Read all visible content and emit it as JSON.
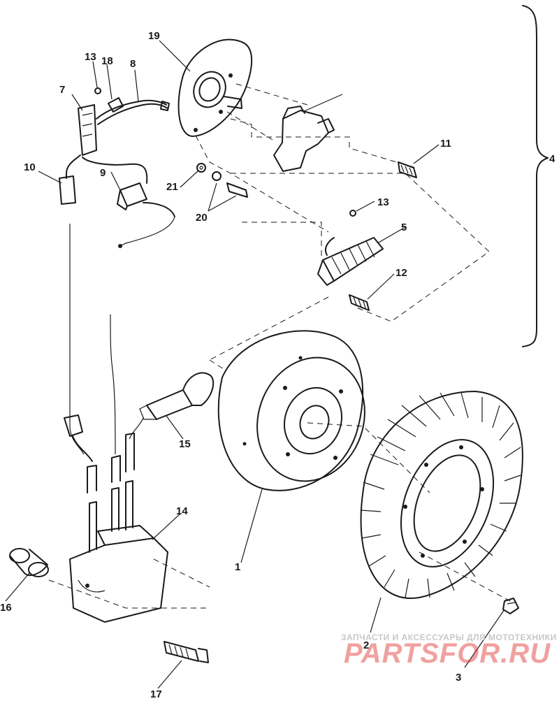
{
  "diagram": {
    "part_labels": {
      "p1": "1",
      "p2": "2",
      "p3": "3",
      "p4": "4",
      "p5": "5",
      "p7": "7",
      "p8": "8",
      "p9": "9",
      "p10": "10",
      "p11": "11",
      "p12": "12",
      "p13a": "13",
      "p13b": "13",
      "p14": "14",
      "p15": "15",
      "p16": "16",
      "p17": "17",
      "p18": "18",
      "p19": "19",
      "p20": "20",
      "p21": "21"
    }
  },
  "watermark": {
    "caption": "ЗАПЧАСТИ И АКСЕССУАРЫ ДЛЯ МОТОТЕХНИКИ",
    "logo": "PARTSFOR.RU"
  }
}
